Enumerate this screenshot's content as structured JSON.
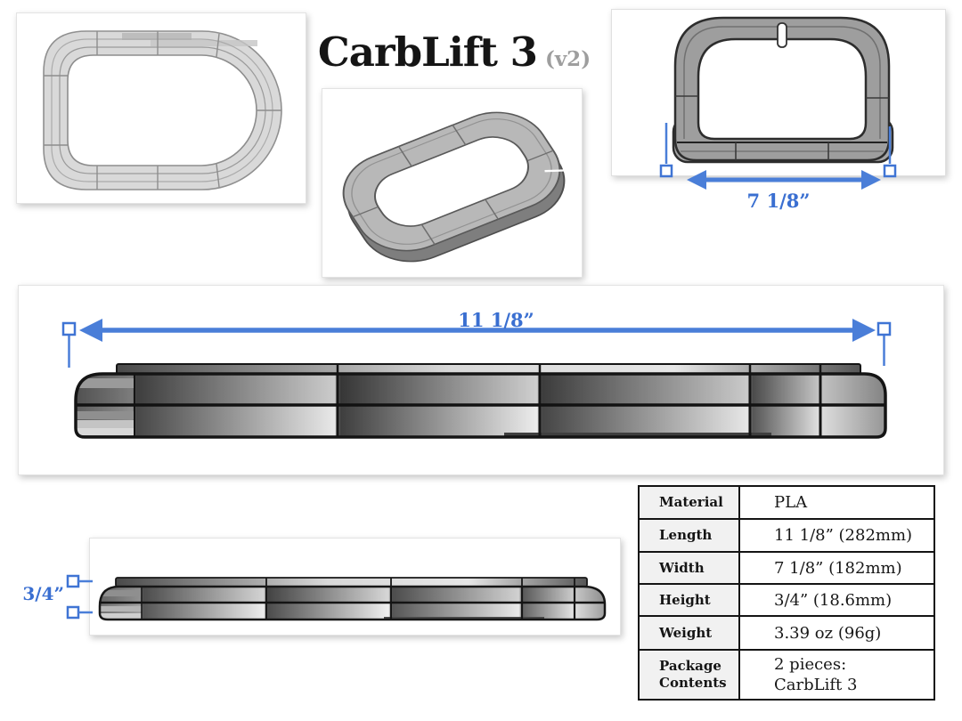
{
  "header": {
    "title": "CarbLift 3",
    "version": "(v2)"
  },
  "dimensions": {
    "width_label": "7 1/8”",
    "length_label": "11 1/8”",
    "height_label": "3/4”"
  },
  "spec_table": {
    "rows": [
      {
        "label": "Material",
        "value": "PLA"
      },
      {
        "label": "Length",
        "value": "11 1/8” (282mm)"
      },
      {
        "label": "Width",
        "value": "7 1/8” (182mm)"
      },
      {
        "label": "Height",
        "value": "3/4” (18.6mm)"
      },
      {
        "label": "Weight",
        "value": "3.39 oz (96g)"
      },
      {
        "label": "Package Contents",
        "value_lines": [
          "2 pieces:",
          "CarbLift 3"
        ]
      }
    ]
  },
  "colors": {
    "dimension_text_blue": "#3a6fd1",
    "dimension_arrow_blue": "#4a7ed8",
    "table_label_bg": "#f1f1f1",
    "table_border": "#141414"
  }
}
